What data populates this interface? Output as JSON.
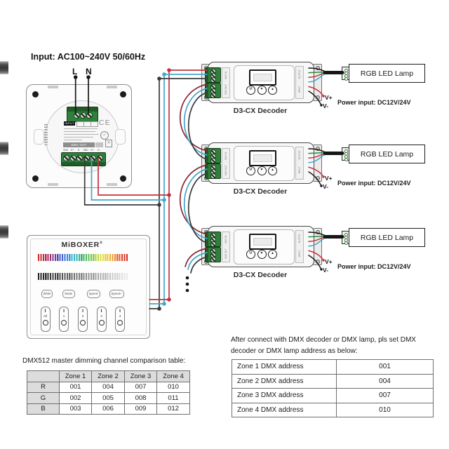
{
  "header": {
    "input_label": "Input: AC100~240V 50/60Hz",
    "live_label": "L",
    "neutral_label": "N"
  },
  "back_panel": {
    "input_badge": "INPUT",
    "ce_mark": "CE",
    "check_mark": "✓",
    "dmx_out_label": "DMX OUT",
    "terminal_labels": [
      "GND",
      "D+",
      "D-",
      "GND",
      "D+",
      "D-"
    ]
  },
  "front_panel": {
    "brand": "MiBOXER",
    "reg_mark": "®",
    "mode_buttons": [
      "White",
      "Mode",
      "Speed-",
      "Speed+"
    ],
    "zone_on": "I",
    "zone_labels": [
      "All",
      "1",
      "2",
      "3",
      "4"
    ]
  },
  "decoders": {
    "units": [
      {
        "name": "D3-CX Decoder"
      },
      {
        "name": "D3-CX Decoder"
      },
      {
        "name": "D3-CX Decoder"
      }
    ],
    "display_buttons": [
      "M",
      "▼",
      "▲"
    ],
    "left_strip_top": "DMX IN",
    "left_strip_bottom": "DMX OUT",
    "right_strip_top": "OUTPUT",
    "right_strip_bottom": "INPUT",
    "lamp_label": "RGB LED Lamp",
    "power_label": "Power input: DC12V/24V",
    "v_plus": "V+",
    "v_minus": "V-"
  },
  "note": {
    "line1": "After connect with DMX decoder or DMX lamp, pls set DMX",
    "line2": "decoder or DMX lamp address as below:"
  },
  "channel_table": {
    "title": "DMX512 master dimming channel comparison table:",
    "headers": [
      "",
      "Zone 1",
      "Zone 2",
      "Zone 3",
      "Zone 4"
    ],
    "rows": [
      {
        "label": "R",
        "values": [
          "001",
          "004",
          "007",
          "010"
        ]
      },
      {
        "label": "G",
        "values": [
          "002",
          "005",
          "008",
          "011"
        ]
      },
      {
        "label": "B",
        "values": [
          "003",
          "006",
          "009",
          "012"
        ]
      }
    ]
  },
  "address_table": {
    "rows": [
      {
        "label": "Zone 1 DMX address",
        "value": "001"
      },
      {
        "label": "Zone 2 DMX address",
        "value": "004"
      },
      {
        "label": "Zone 3 DMX address",
        "value": "007"
      },
      {
        "label": "Zone 4 DMX address",
        "value": "010"
      }
    ]
  },
  "colors": {
    "wire_red": "#c5303f",
    "wire_blue": "#41a7c9",
    "wire_dark": "#3a3a3c",
    "wire_green": "#2e8b3a",
    "arc_red": "#8a2733",
    "wire_black": "#161616"
  }
}
